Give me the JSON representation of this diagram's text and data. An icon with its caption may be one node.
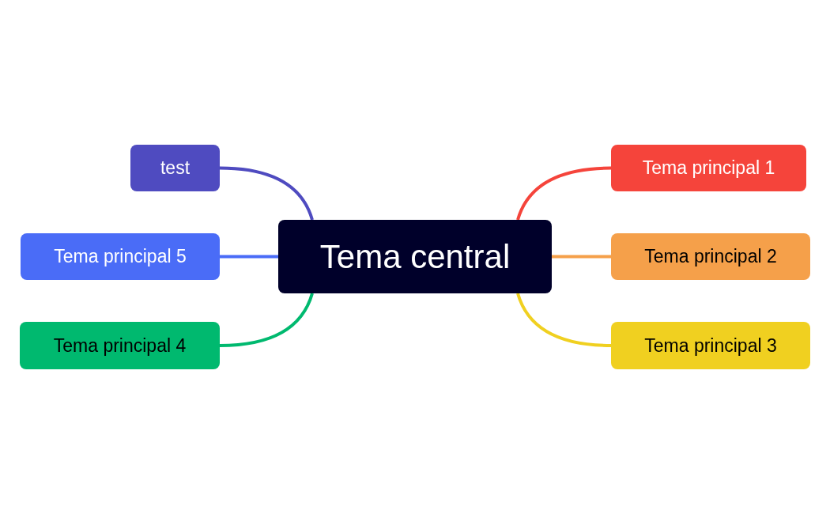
{
  "diagram": {
    "nodes": [
      {
        "text": [
          "Tema central"
        ]
      },
      {
        "text": [
          "test"
        ]
      },
      {
        "text": [
          "Tema principal 1"
        ]
      },
      {
        "text": [
          "Tema principal 5"
        ]
      },
      {
        "text": [
          "Tema principal 2"
        ]
      },
      {
        "text": [
          "Tema principal 4"
        ]
      },
      {
        "text": [
          "Tema principal 3"
        ]
      }
    ],
    "edges": [
      {
        "from": 0,
        "to": 1,
        "arrow": "none",
        "color": "#4f4bc0"
      },
      {
        "from": 0,
        "to": 2,
        "arrow": "none",
        "color": "#f5443b"
      },
      {
        "from": 0,
        "to": 3,
        "arrow": "none",
        "color": "#4a6cf7"
      },
      {
        "from": 0,
        "to": 4,
        "arrow": "none",
        "color": "#f5a04a"
      },
      {
        "from": 0,
        "to": 5,
        "arrow": "none",
        "color": "#00b96f"
      },
      {
        "from": 0,
        "to": 6,
        "arrow": "none",
        "color": "#f0d020"
      }
    ]
  }
}
